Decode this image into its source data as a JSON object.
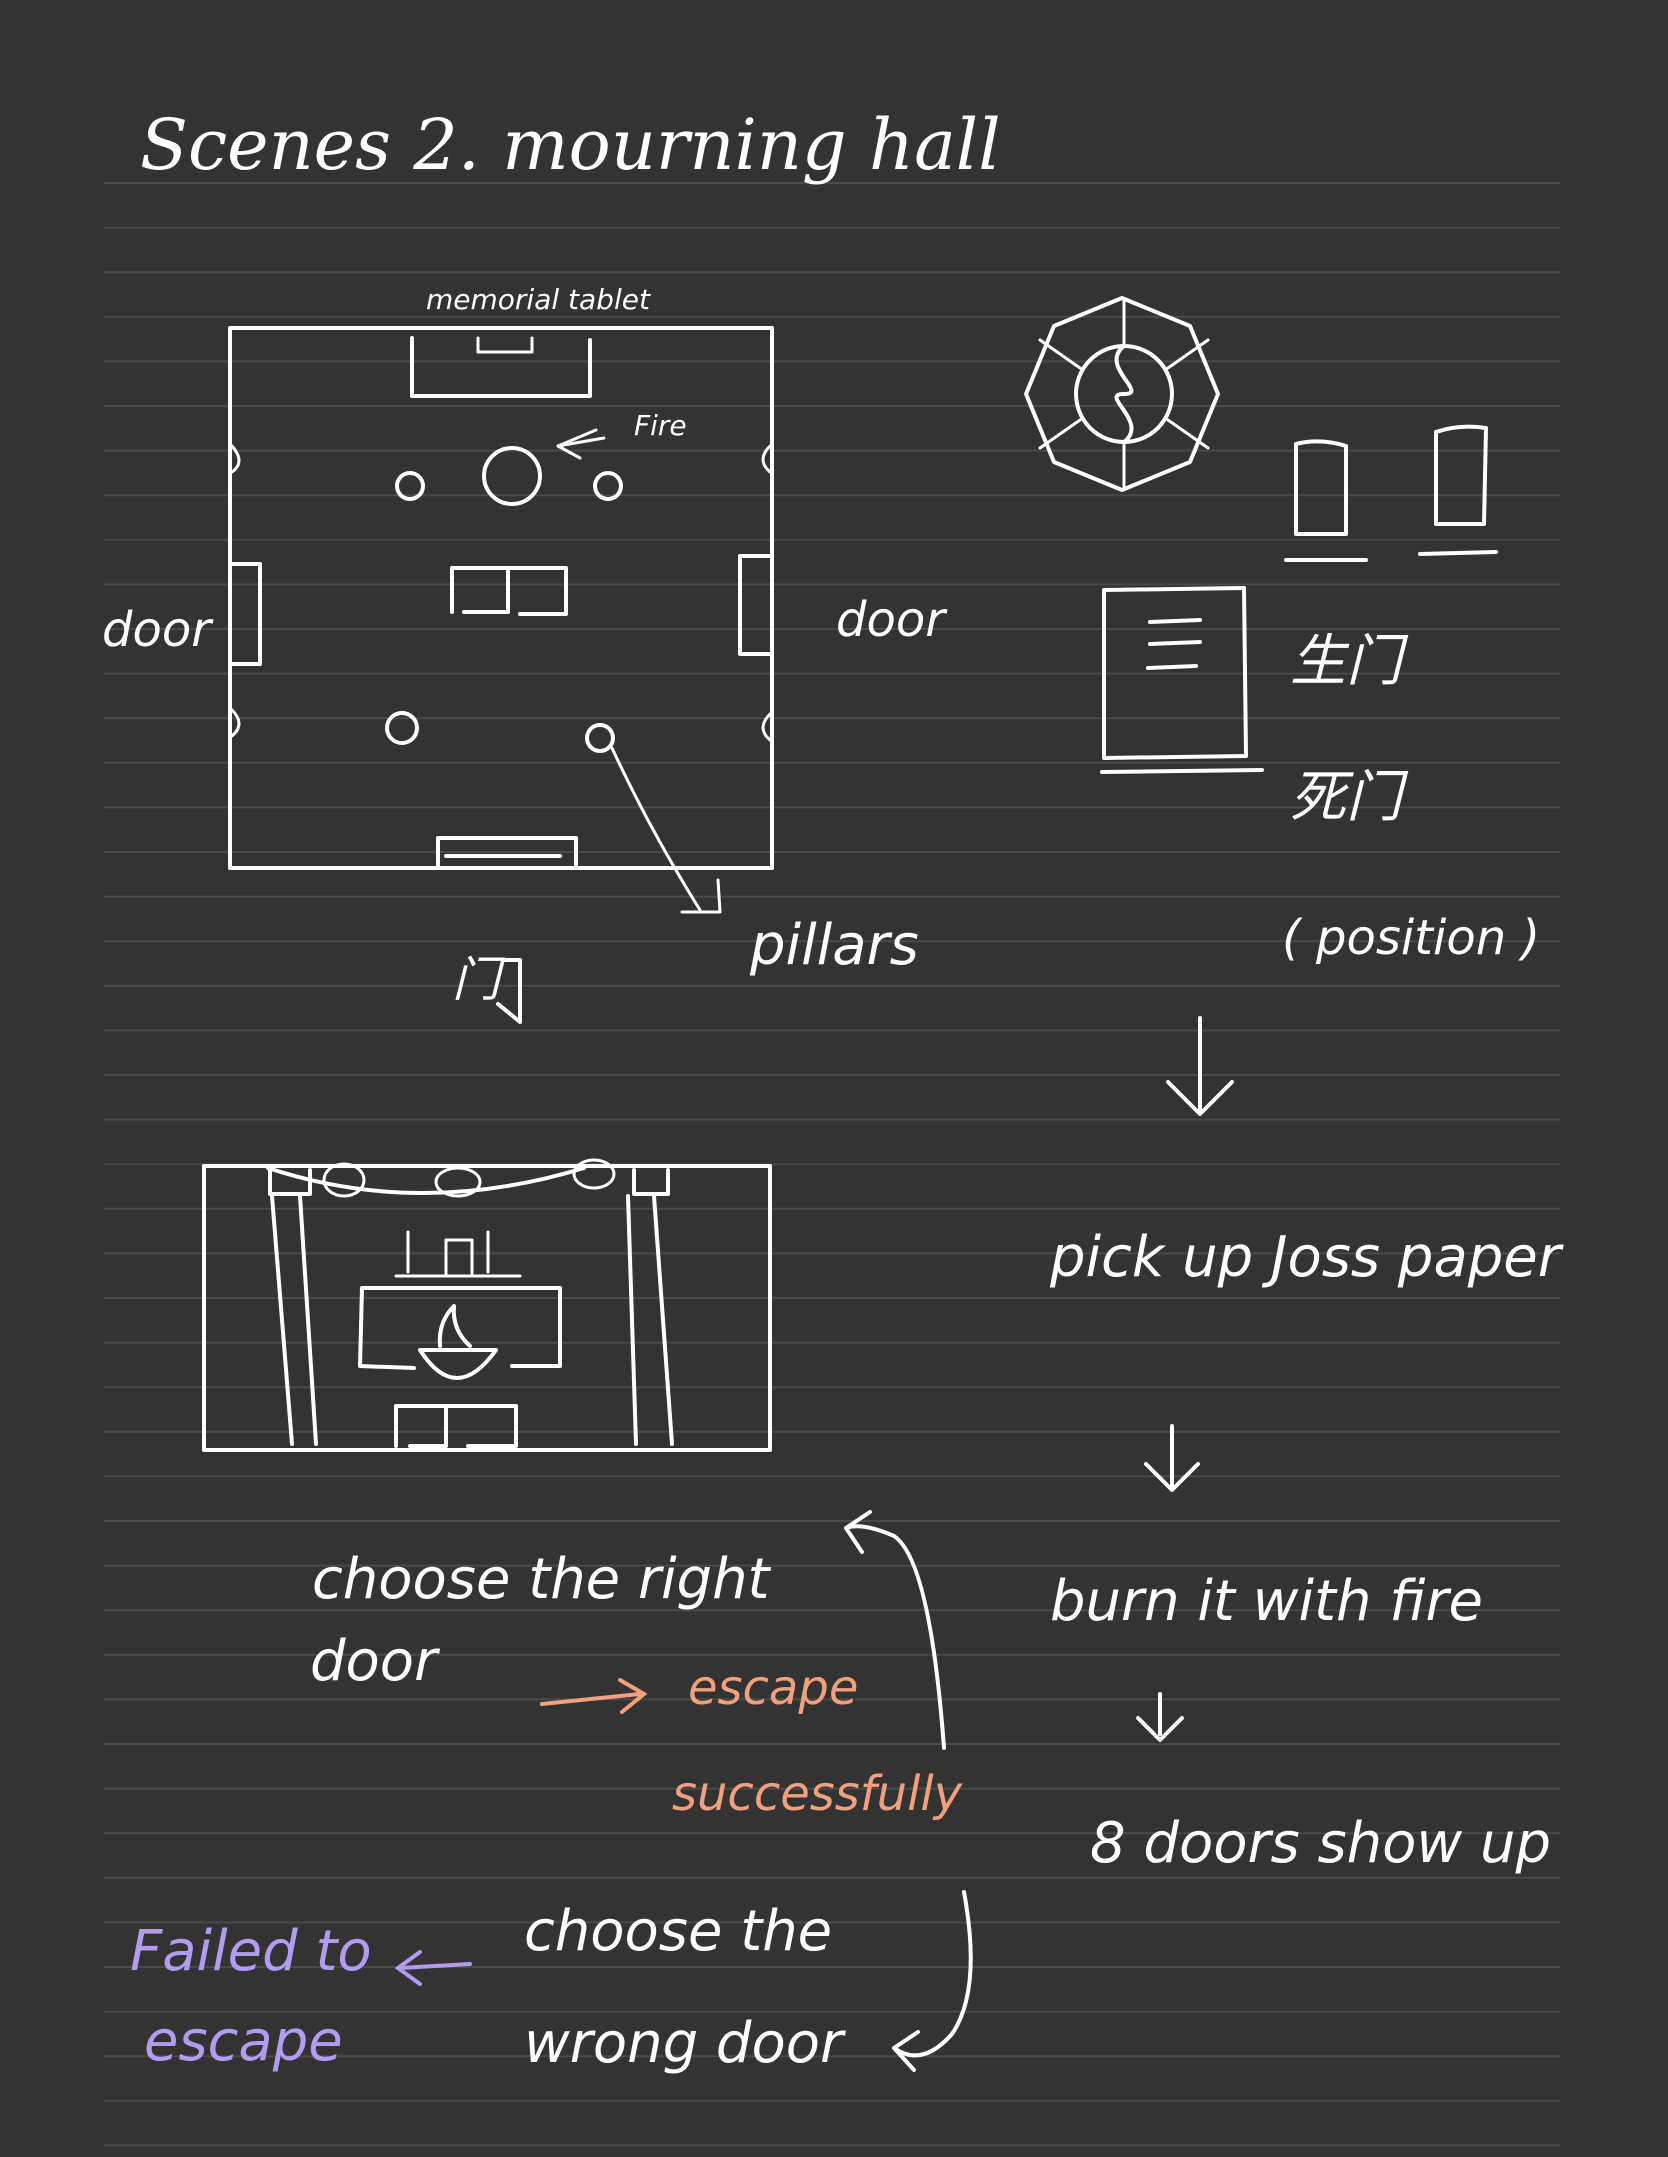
{
  "title": "Scenes 2. mourning hall",
  "floor_plan": {
    "memorial_label": "memorial tablet",
    "fire_label": "Fire",
    "left_door_label": "door",
    "right_door_label": "door",
    "bottom_door_label": "门",
    "pillars_label": "pillars"
  },
  "position": {
    "life_gate": "生门",
    "death_gate": "死门",
    "note": "( position )"
  },
  "flow": {
    "step1": "pick up Joss paper",
    "step2": "burn it with fire",
    "step3": "8 doors show up",
    "right_line1": "choose the right",
    "right_line2": "door",
    "success_line1": "escape",
    "success_line2": "successfully",
    "wrong_line1": "choose the",
    "wrong_line2": "wrong door",
    "fail_line1": "Failed to",
    "fail_line2": "escape"
  },
  "colors": {
    "background": "#333333",
    "ink": "#ffffff",
    "success": "#f0a07c",
    "failure": "#b39bf0"
  }
}
